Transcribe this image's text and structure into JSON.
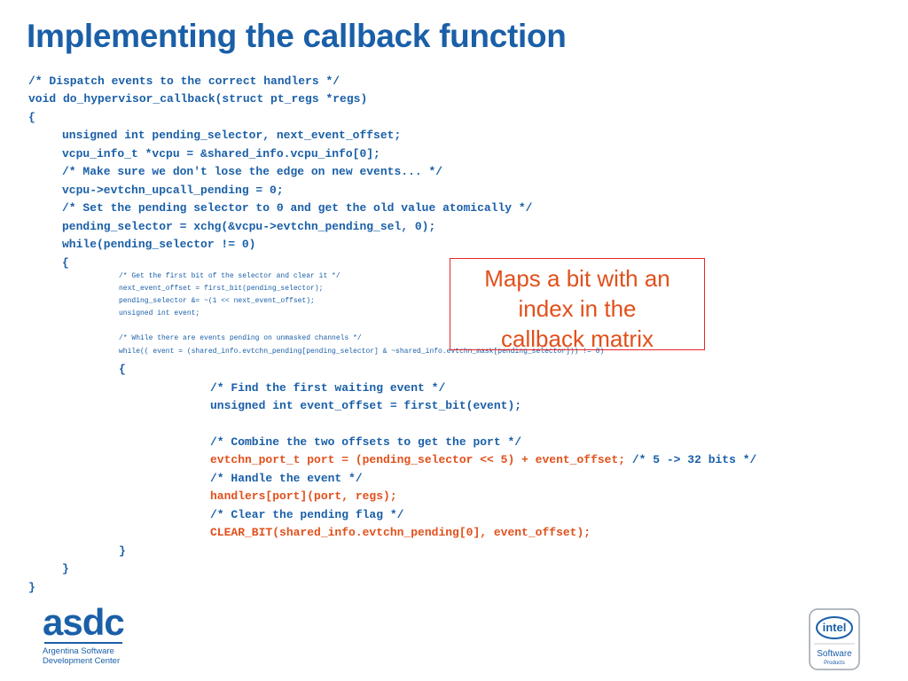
{
  "slide": {
    "title": "Implementing the callback function",
    "callout": {
      "line1": "Maps a bit with an",
      "line2": "index in the",
      "line3": "callback matrix"
    }
  },
  "code_lines": [
    {
      "text": "/* Dispatch events to the correct handlers */",
      "size": "big",
      "indent": 0,
      "color": "blue"
    },
    {
      "text": "void do_hypervisor_callback(struct pt_regs *regs)",
      "size": "big",
      "indent": 0,
      "color": "blue"
    },
    {
      "text": "{",
      "size": "big",
      "indent": 0,
      "color": "blue"
    },
    {
      "text": "unsigned int pending_selector, next_event_offset;",
      "size": "big",
      "indent": 1,
      "color": "blue"
    },
    {
      "text": "vcpu_info_t *vcpu = &shared_info.vcpu_info[0];",
      "size": "big",
      "indent": 1,
      "color": "blue"
    },
    {
      "text": "/* Make sure we don't lose the edge on new events... */",
      "size": "big",
      "indent": 1,
      "color": "blue"
    },
    {
      "text": "vcpu->evtchn_upcall_pending = 0;",
      "size": "big",
      "indent": 1,
      "color": "blue"
    },
    {
      "text": "/* Set the pending selector to 0 and get the old value atomically */",
      "size": "big",
      "indent": 1,
      "color": "blue"
    },
    {
      "text": "pending_selector = xchg(&vcpu->evtchn_pending_sel, 0);",
      "size": "big",
      "indent": 1,
      "color": "blue"
    },
    {
      "text": "while(pending_selector != 0)",
      "size": "big",
      "indent": 1,
      "color": "blue"
    },
    {
      "text": "{",
      "size": "big",
      "indent": 1,
      "color": "blue"
    },
    {
      "text": "/* Get the first bit of the selector and clear it */",
      "size": "small",
      "indent": 2,
      "color": "blue"
    },
    {
      "text": "next_event_offset = first_bit(pending_selector);",
      "size": "small",
      "indent": 2,
      "color": "blue"
    },
    {
      "text": "pending_selector &= ~(1 << next_event_offset);",
      "size": "small",
      "indent": 2,
      "color": "blue"
    },
    {
      "text": "unsigned int event;",
      "size": "small",
      "indent": 2,
      "color": "blue"
    },
    {
      "text": "/* While there are events pending on unmasked channels */",
      "size": "small",
      "indent": 2,
      "color": "blue"
    },
    {
      "text": "while(( event = (shared_info.evtchn_pending[pending_selector] & ~shared_info.evtchn_mask[pending_selector])) != 0)",
      "size": "small",
      "indent": 2,
      "color": "blue"
    },
    {
      "text": "{",
      "size": "big",
      "indent": 2,
      "color": "blue"
    },
    {
      "text": "/* Find the first waiting event */",
      "size": "big",
      "indent": 3,
      "color": "blue"
    },
    {
      "text": "unsigned int event_offset = first_bit(event);",
      "size": "big",
      "indent": 3,
      "color": "blue"
    },
    {
      "text": "/* Combine the two offsets to get the port */",
      "size": "big",
      "indent": 3,
      "color": "blue"
    },
    {
      "text": "evtchn_port_t port = (pending_selector << 5) + event_offset;",
      "size": "big",
      "indent": 3,
      "color": "orange",
      "suffix": " /* 5 -> 32 bits */"
    },
    {
      "text": "/* Handle the event */",
      "size": "big",
      "indent": 3,
      "color": "blue"
    },
    {
      "text": "handlers[port](port, regs);",
      "size": "big",
      "indent": 3,
      "color": "orange"
    },
    {
      "text": "/* Clear the pending flag */",
      "size": "big",
      "indent": 3,
      "color": "blue"
    },
    {
      "text": "CLEAR_BIT(shared_info.evtchn_pending[0], event_offset);",
      "size": "big",
      "indent": 3,
      "color": "orange"
    },
    {
      "text": "}",
      "size": "big",
      "indent": 2,
      "color": "blue"
    },
    {
      "text": "}",
      "size": "big",
      "indent": 1,
      "color": "blue"
    },
    {
      "text": "}",
      "size": "big",
      "indent": 0,
      "color": "blue"
    }
  ],
  "footer": {
    "asdc_logo": {
      "wordmark": "asdc",
      "line1": "Argentina Software",
      "line2": "Development Center"
    },
    "intel_logo": {
      "brand": "intel",
      "line1": "Software",
      "line2": "Products"
    }
  },
  "colors": {
    "primary_blue": "#1a5fa8",
    "highlight_orange": "#e1501b",
    "callout_border": "#e8242a"
  },
  "icons": [
    "asdc-logo",
    "intel-software-logo"
  ]
}
